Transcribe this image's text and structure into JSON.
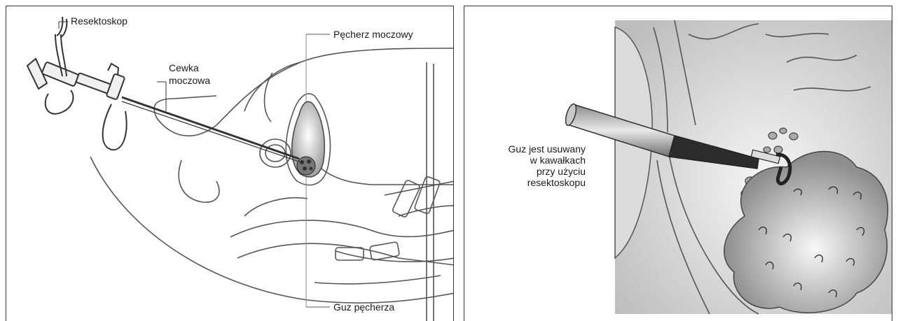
{
  "left_panel": {
    "label_resectoscope": "Resektoskop",
    "label_urethra_line1": "Cewka",
    "label_urethra_line2": "moczowa",
    "label_bladder": "Pęcherz moczowy",
    "label_tumor": "Guz pęcherza"
  },
  "right_panel": {
    "caption_line1": "Guz jest usuwany",
    "caption_line2": "w kawałkach",
    "caption_line3": "przy użyciu",
    "caption_line4": "resektoskopu"
  }
}
